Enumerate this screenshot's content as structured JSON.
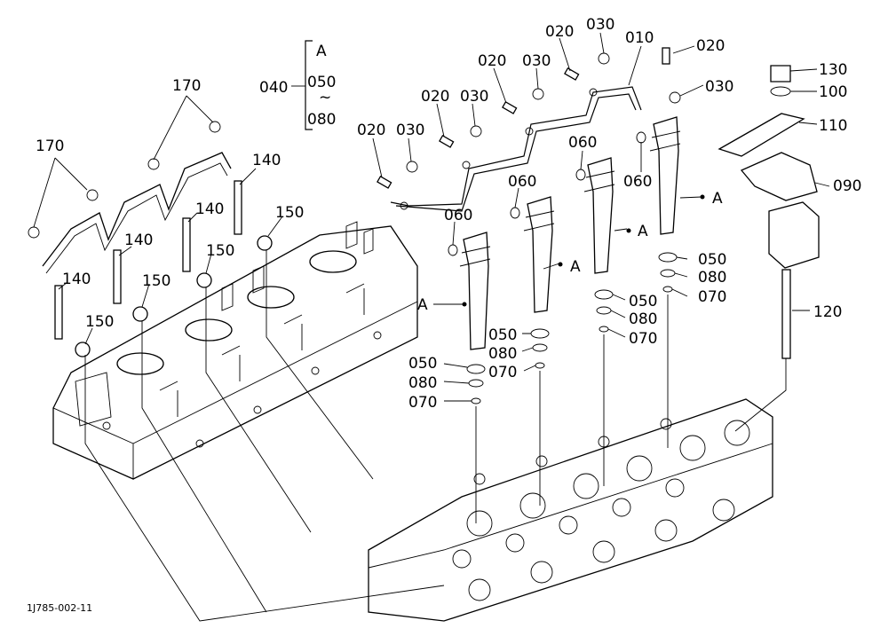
{
  "drawing_number": "1J785-002-11",
  "callouts": {
    "c010": "010",
    "c020": "020",
    "c030": "030",
    "c040": "040",
    "c050": "050",
    "c060": "060",
    "c070": "070",
    "c080": "080",
    "c090": "090",
    "c100": "100",
    "c110": "110",
    "c120": "120",
    "c130": "130",
    "c140": "140",
    "c150": "150",
    "c170": "170",
    "ref_a": "A"
  },
  "set_group": {
    "code": "040",
    "top": "A",
    "mid": "050",
    "tilde": "~",
    "bottom": "080"
  }
}
